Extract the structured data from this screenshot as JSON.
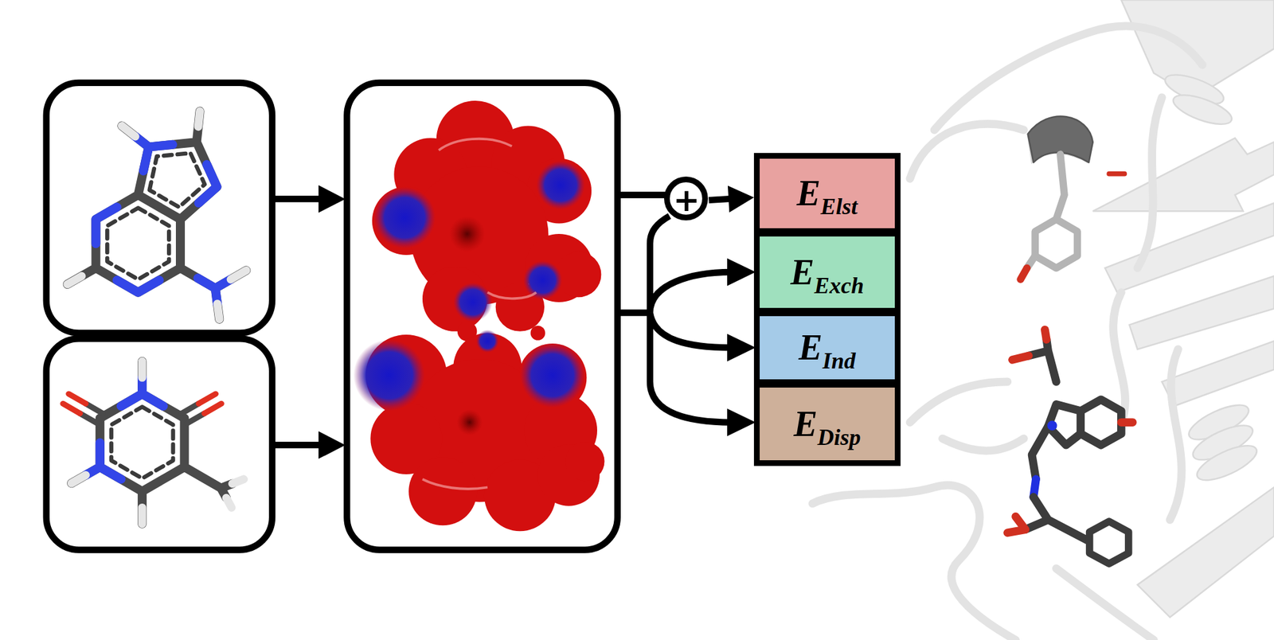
{
  "diagram": {
    "nodes": [
      {
        "text": [
          "+"
        ]
      },
      {
        "text": [
          "E",
          "Elst"
        ]
      },
      {
        "text": [
          "E",
          "Exch"
        ]
      },
      {
        "text": [
          "E",
          "Ind"
        ]
      },
      {
        "text": [
          "E",
          "Disp"
        ]
      }
    ],
    "edges": [
      {
        "from": 0,
        "to": 1,
        "arrow": "to"
      }
    ]
  }
}
